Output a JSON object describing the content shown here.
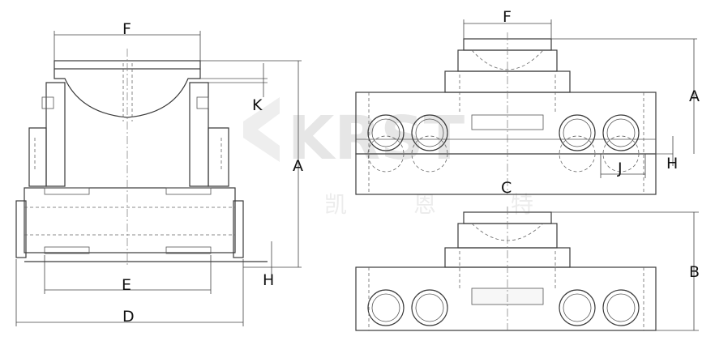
{
  "watermark": {
    "brand": "KRST",
    "cn": [
      "凯",
      "恩",
      "特"
    ]
  },
  "labels": {
    "left": {
      "F": "F",
      "K": "K",
      "A": "A",
      "E": "E",
      "H": "H",
      "D": "D"
    },
    "right_top": {
      "F": "F",
      "A": "A",
      "H": "H",
      "J": "J",
      "C": "C"
    },
    "right_bottom": {
      "B": "B"
    }
  },
  "colors": {
    "line": "#3a3a3a",
    "watermark": "#e6e6e6"
  }
}
